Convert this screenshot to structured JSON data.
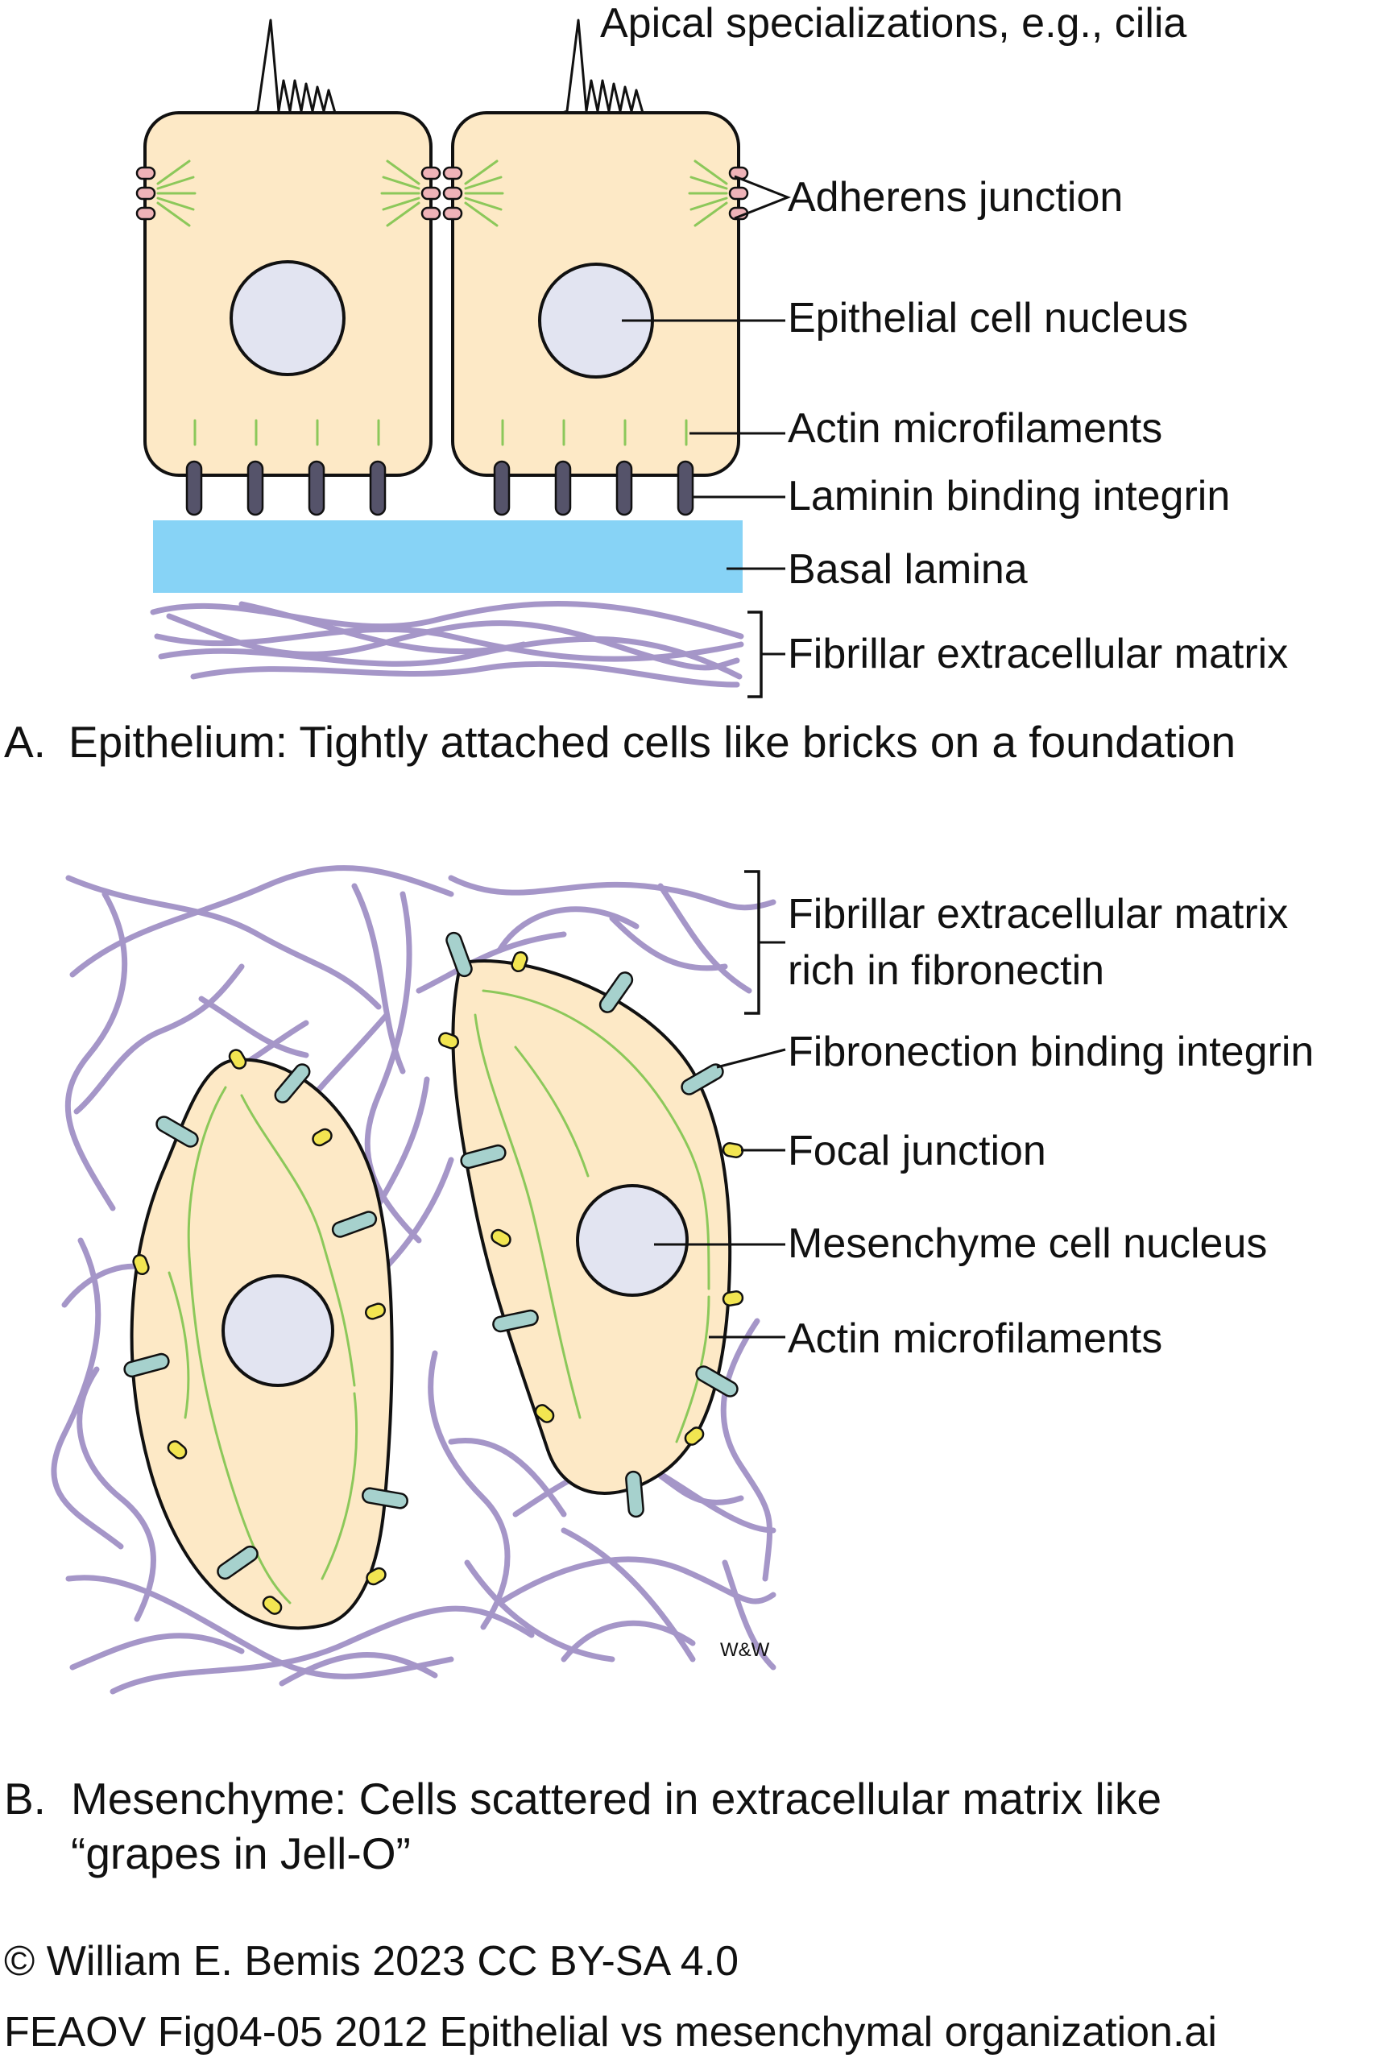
{
  "panel_a": {
    "labels": {
      "apical": "Apical specializations, e.g., cilia",
      "adherens": "Adherens junction",
      "nucleus": "Epithelial cell nucleus",
      "actin": "Actin microfilaments",
      "integrin": "Laminin binding integrin",
      "basal": "Basal lamina",
      "fibrillar": "Fibrillar extracellular matrix"
    },
    "caption_letter": "A.",
    "caption": "Epithelium: Tightly attached cells like bricks on a foundation"
  },
  "panel_b": {
    "labels": {
      "fibrillar_line1": "Fibrillar extracellular matrix",
      "fibrillar_line2": "rich in fibronectin",
      "fn_integrin": "Fibronection binding integrin",
      "focal": "Focal junction",
      "nucleus": "Mesenchyme cell nucleus",
      "actin": "Actin microfilaments"
    },
    "artist_mark": "W&W",
    "caption_letter": "B.",
    "caption_line1": "Mesenchyme: Cells scattered in extracellular matrix like",
    "caption_line2": "“grapes in Jell-O”"
  },
  "footer": {
    "copyright": "© William E. Bemis 2023 CC BY-SA 4.0",
    "filename": "FEAOV Fig04-05 2012 Epithelial vs mesenchymal organization.ai"
  },
  "colors": {
    "cytoplasm": "#fde9c6",
    "nucleus": "#e2e4f1",
    "basal_lamina": "#87d3f6",
    "fibers": "#a596c8",
    "actin": "#8cc85a",
    "laminin_integrin": "#55536a",
    "adherens_junction": "#efb3b8",
    "fibronectin_integrin": "#a6d1cd",
    "focal_junction": "#f2e551"
  }
}
